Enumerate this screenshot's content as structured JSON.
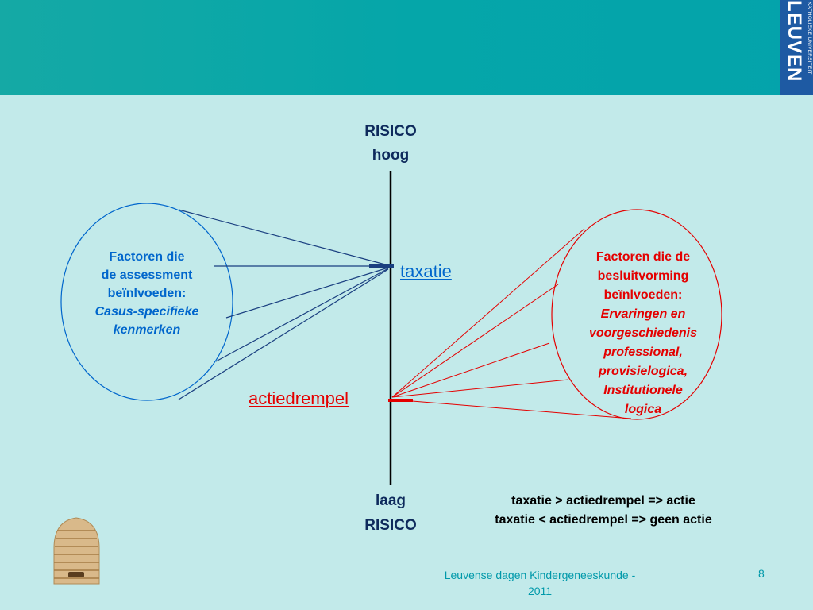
{
  "logo": {
    "title": "LEUVEN",
    "subtitle": "KATHOLIEKE UNIVERSITEIT"
  },
  "axis": {
    "top_line1": "RISICO",
    "top_line2": "hoog",
    "bottom_line1": "laag",
    "bottom_line2": "RISICO"
  },
  "markers": {
    "taxatie": "taxatie",
    "actiedrempel": "actiedrempel"
  },
  "left_ellipse": {
    "line1": "Factoren die",
    "line2": "de assessment",
    "line3": "beïnlvoeden:",
    "line4": "Casus-specifieke",
    "line5": "kenmerken"
  },
  "right_ellipse": {
    "line1": "Factoren die de",
    "line2": "besluitvorming",
    "line3": "beïnlvoeden:",
    "line4": "Ervaringen en",
    "line5": "voorgeschiedenis",
    "line6": "professional,",
    "line7": "provisielogica,",
    "line8": "Institutionele",
    "line9": "logica"
  },
  "formula": {
    "line1": "taxatie > actiedrempel => actie",
    "line2": "taxatie < actiedrempel => geen actie"
  },
  "footer": {
    "line1": "Leuvense dagen Kindergeneeskunde -",
    "line2": "2011",
    "page": "8"
  },
  "colors": {
    "background": "#c2eaea",
    "header": "#05a6a9",
    "logo_bg": "#1e5aa3",
    "blue": "#0066cc",
    "red": "#e40000",
    "navy": "#0e2a5c"
  }
}
